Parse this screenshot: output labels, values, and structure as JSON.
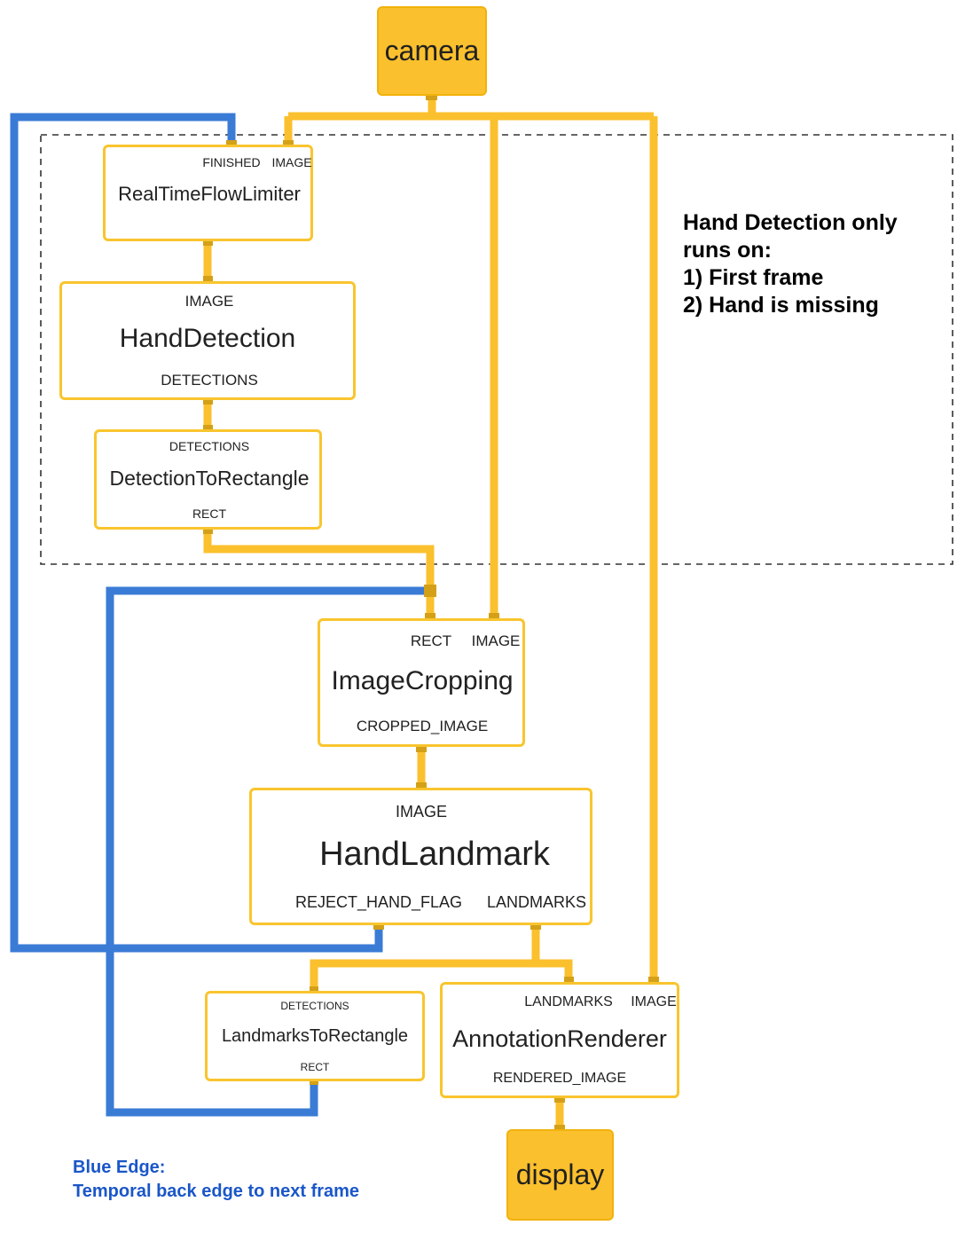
{
  "colors": {
    "data_edge": "#FBC02D",
    "back_edge": "#3A7BD5",
    "node_border": "#F9C52E",
    "port": "#D4A017",
    "legend_text": "#1A56C8"
  },
  "io_nodes": {
    "input": "camera",
    "output": "display"
  },
  "nodes": {
    "flow_limiter": {
      "name": "RealTimeFlowLimiter",
      "ports_in": [
        "FINISHED",
        "IMAGE"
      ]
    },
    "hand_detection": {
      "name": "HandDetection",
      "port_in": "IMAGE",
      "port_out": "DETECTIONS"
    },
    "detection_to_rect": {
      "name": "DetectionToRectangle",
      "port_in": "DETECTIONS",
      "port_out": "RECT"
    },
    "image_cropping": {
      "name": "ImageCropping",
      "ports_in": [
        "RECT",
        "IMAGE"
      ],
      "port_out": "CROPPED_IMAGE"
    },
    "hand_landmark": {
      "name": "HandLandmark",
      "port_in": "IMAGE",
      "ports_out": [
        "REJECT_HAND_FLAG",
        "LANDMARKS"
      ]
    },
    "landmarks_to_rect": {
      "name": "LandmarksToRectangle",
      "port_in": "DETECTIONS",
      "port_out": "RECT"
    },
    "annotation_renderer": {
      "name": "AnnotationRenderer",
      "ports_in": [
        "LANDMARKS",
        "IMAGE"
      ],
      "port_out": "RENDERED_IMAGE"
    }
  },
  "note": {
    "lines": [
      "Hand Detection only",
      "runs on:",
      "1) First frame",
      "2) Hand is missing"
    ]
  },
  "legend": {
    "lines": [
      "Blue Edge:",
      "Temporal back edge to next frame"
    ]
  }
}
